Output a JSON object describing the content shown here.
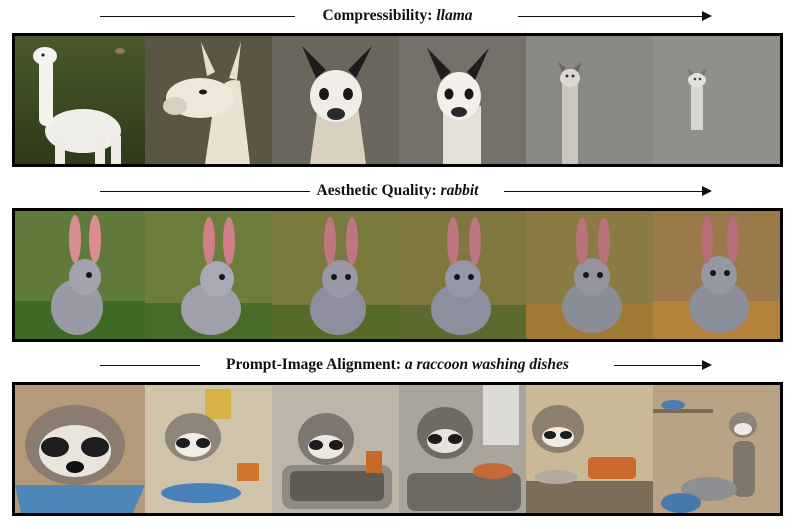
{
  "rows": [
    {
      "title_prefix": "Compressibility:",
      "prompt": "llama",
      "frames": [
        "llama-step-1",
        "llama-step-2",
        "llama-step-3",
        "llama-step-4",
        "llama-step-5",
        "llama-step-6"
      ]
    },
    {
      "title_prefix": "Aesthetic Quality:",
      "prompt": "rabbit",
      "frames": [
        "rabbit-step-1",
        "rabbit-step-2",
        "rabbit-step-3",
        "rabbit-step-4",
        "rabbit-step-5",
        "rabbit-step-6"
      ]
    },
    {
      "title_prefix": "Prompt-Image Alignment:",
      "prompt": "a raccoon washing dishes",
      "frames": [
        "raccoon-step-1",
        "raccoon-step-2",
        "raccoon-step-3",
        "raccoon-step-4",
        "raccoon-step-5",
        "raccoon-step-6"
      ]
    }
  ],
  "colors": {
    "arrow": "#111111",
    "border": "#000000"
  }
}
